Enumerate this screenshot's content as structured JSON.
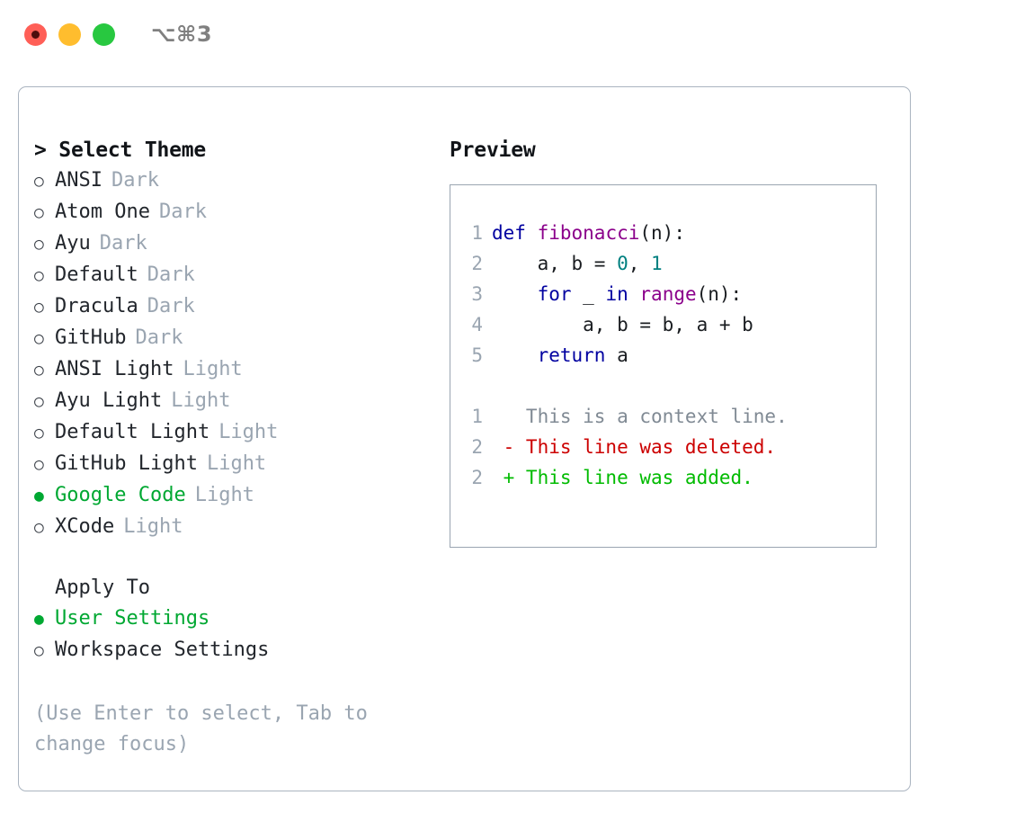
{
  "window": {
    "title_shortcut": "⌥⌘3",
    "traffic_lights": [
      {
        "name": "close-button",
        "color": "#ff5f57"
      },
      {
        "name": "minimize-button",
        "color": "#ffbd2e"
      },
      {
        "name": "maximize-button",
        "color": "#28c840"
      }
    ]
  },
  "left": {
    "header": "> Select Theme",
    "themes": [
      {
        "bullet": "○",
        "name": "ANSI",
        "kind": "Dark",
        "selected": false
      },
      {
        "bullet": "○",
        "name": "Atom One",
        "kind": "Dark",
        "selected": false
      },
      {
        "bullet": "○",
        "name": "Ayu",
        "kind": "Dark",
        "selected": false
      },
      {
        "bullet": "○",
        "name": "Default",
        "kind": "Dark",
        "selected": false
      },
      {
        "bullet": "○",
        "name": "Dracula",
        "kind": "Dark",
        "selected": false
      },
      {
        "bullet": "○",
        "name": "GitHub",
        "kind": "Dark",
        "selected": false
      },
      {
        "bullet": "○",
        "name": "ANSI Light",
        "kind": "Light",
        "selected": false
      },
      {
        "bullet": "○",
        "name": "Ayu Light",
        "kind": "Light",
        "selected": false
      },
      {
        "bullet": "○",
        "name": "Default Light",
        "kind": "Light",
        "selected": false
      },
      {
        "bullet": "○",
        "name": "GitHub Light",
        "kind": "Light",
        "selected": false
      },
      {
        "bullet": "●",
        "name": "Google Code",
        "kind": "Light",
        "selected": true
      },
      {
        "bullet": "○",
        "name": "XCode",
        "kind": "Light",
        "selected": false
      }
    ],
    "apply_to": {
      "header": "Apply To",
      "options": [
        {
          "bullet": "●",
          "label": "User Settings",
          "selected": true
        },
        {
          "bullet": "○",
          "label": "Workspace Settings",
          "selected": false
        }
      ]
    },
    "hint": "(Use Enter to select, Tab to change focus)"
  },
  "right": {
    "header": "Preview",
    "code_lines": [
      {
        "no": "1",
        "tokens": [
          {
            "t": "def",
            "c": "kw"
          },
          {
            "t": " ",
            "c": "plain"
          },
          {
            "t": "fibonacci",
            "c": "fn"
          },
          {
            "t": "(n):",
            "c": "plain"
          }
        ]
      },
      {
        "no": "2",
        "tokens": [
          {
            "t": "    a, b = ",
            "c": "plain"
          },
          {
            "t": "0",
            "c": "num"
          },
          {
            "t": ", ",
            "c": "plain"
          },
          {
            "t": "1",
            "c": "num"
          }
        ]
      },
      {
        "no": "3",
        "tokens": [
          {
            "t": "    ",
            "c": "plain"
          },
          {
            "t": "for",
            "c": "kw"
          },
          {
            "t": " _ ",
            "c": "plain"
          },
          {
            "t": "in",
            "c": "kw"
          },
          {
            "t": " ",
            "c": "plain"
          },
          {
            "t": "range",
            "c": "fn"
          },
          {
            "t": "(n):",
            "c": "plain"
          }
        ]
      },
      {
        "no": "4",
        "tokens": [
          {
            "t": "        a, b = b, a + b",
            "c": "plain"
          }
        ]
      },
      {
        "no": "5",
        "tokens": [
          {
            "t": "    ",
            "c": "plain"
          },
          {
            "t": "return",
            "c": "kw"
          },
          {
            "t": " a",
            "c": "plain"
          }
        ]
      }
    ],
    "diff_lines": [
      {
        "no": "1",
        "kind": "ctx",
        "text": "   This is a context line."
      },
      {
        "no": "2",
        "kind": "del",
        "text": " - This line was deleted."
      },
      {
        "no": "2",
        "kind": "add",
        "text": " + This line was added."
      }
    ]
  },
  "colors": {
    "accent_green": "#00a832",
    "muted": "#9aa5b1",
    "border": "#aab4c0",
    "keyword": "#0000a0",
    "function": "#8b008b",
    "number": "#008080",
    "diff_delete": "#cc0000",
    "diff_add": "#00bb00"
  }
}
